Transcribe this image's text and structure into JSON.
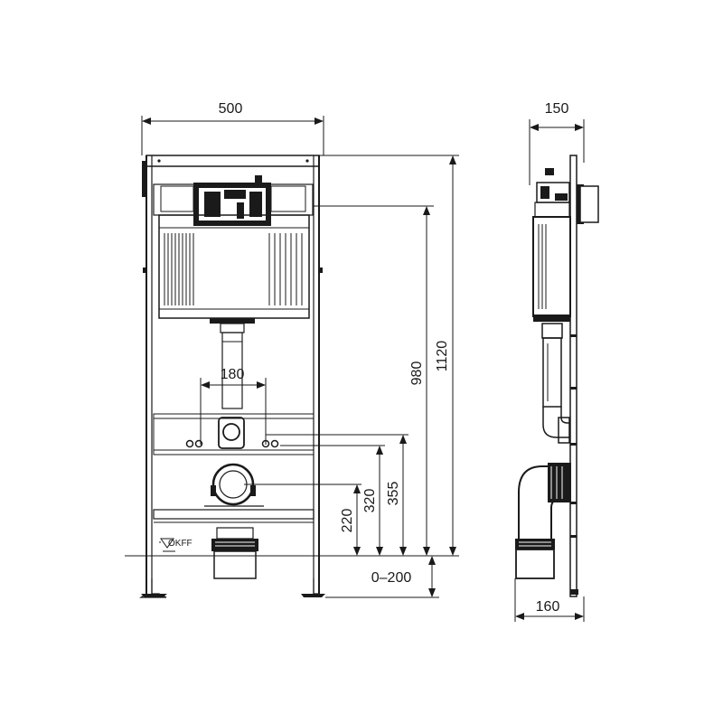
{
  "dimensions": {
    "width": "500",
    "depth_top": "150",
    "depth_bottom": "160",
    "pipe_spacing": "180",
    "total_height": "1120",
    "cistern_height": "980",
    "connection_height": "355",
    "bolt_height": "320",
    "outlet_height": "220",
    "floor_adjust": "0–200"
  },
  "floor_label": "OKFF",
  "colors": {
    "line": "#1a1a1a",
    "background": "#ffffff"
  }
}
